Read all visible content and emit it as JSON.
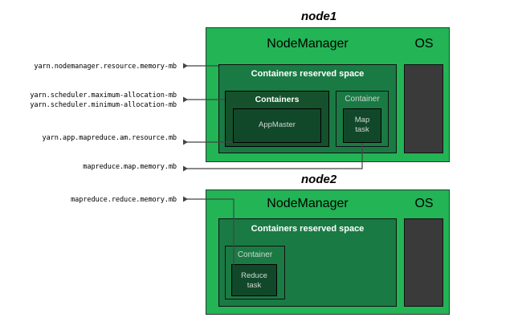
{
  "diagram": {
    "title_hidden": "",
    "colors": {
      "node_green": "#22b455",
      "reserved_green": "#1a7a44",
      "containers_dark_green": "#14512c",
      "task_dark_green": "#12482a",
      "os_dark": "#3a3a3a",
      "background": "#ffffff",
      "line": "#444444",
      "text_light": "#cfd8d2"
    }
  },
  "labels": [
    {
      "id": "yarn-nodemanager-resource-memory-mb",
      "text": "yarn.nodemanager.resource.memory-mb"
    },
    {
      "id": "yarn-scheduler-maximum-allocation-mb",
      "text": "yarn.scheduler.maximum-allocation-mb"
    },
    {
      "id": "yarn-scheduler-minimum-allocation-mb",
      "text": "yarn.scheduler.minimum-allocation-mb"
    },
    {
      "id": "yarn-app-mapreduce-am-resource-mb",
      "text": "yarn.app.mapreduce.am.resource.mb"
    },
    {
      "id": "mapreduce-map-memory-mb",
      "text": "mapreduce.map.memory.mb"
    },
    {
      "id": "mapreduce-reduce-memory-mb",
      "text": "mapreduce.reduce.memory.mb"
    }
  ],
  "node1": {
    "title": "node1",
    "nodemanager": "NodeManager",
    "os": "OS",
    "reserved_space": "Containers reserved space",
    "containers": "Containers",
    "appmaster": "AppMaster",
    "container": "Container",
    "map_task_line1": "Map",
    "map_task_line2": "task"
  },
  "node2": {
    "title": "node2",
    "nodemanager": "NodeManager",
    "os": "OS",
    "reserved_space": "Containers reserved space",
    "container": "Container",
    "reduce_task_line1": "Reduce",
    "reduce_task_line2": "task"
  }
}
